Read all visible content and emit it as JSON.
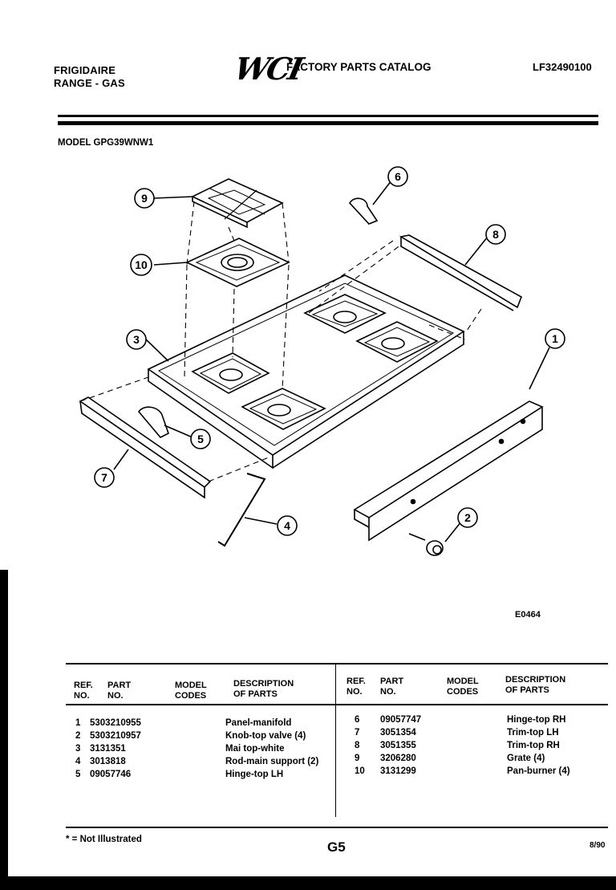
{
  "header": {
    "brand_line1": "FRIGIDAIRE",
    "brand_line2": "RANGE - GAS",
    "logo": "WCI",
    "catalog_title": "FACTORY PARTS CATALOG",
    "catalog_number": "LF32490100"
  },
  "model": "MODEL GPG39WNW1",
  "diagram": {
    "callouts": [
      "1",
      "2",
      "3",
      "4",
      "5",
      "6",
      "7",
      "8",
      "9",
      "10"
    ],
    "drawing_id": "E0464"
  },
  "table": {
    "headers": {
      "ref": [
        "REF.",
        "NO."
      ],
      "part": [
        "PART",
        "NO."
      ],
      "codes": [
        "MODEL",
        "CODES"
      ],
      "desc": [
        "DESCRIPTION",
        "OF PARTS"
      ]
    },
    "left": [
      {
        "ref": "1",
        "part": "5303210955",
        "desc": "Panel-manifold"
      },
      {
        "ref": "2",
        "part": "5303210957",
        "desc": "Knob-top valve (4)"
      },
      {
        "ref": "3",
        "part": "3131351",
        "desc": "Mai top-white"
      },
      {
        "ref": "4",
        "part": "3013818",
        "desc": "Rod-main support (2)"
      },
      {
        "ref": "5",
        "part": "09057746",
        "desc": "Hinge-top LH"
      }
    ],
    "right": [
      {
        "ref": "6",
        "part": "09057747",
        "desc": "Hinge-top RH"
      },
      {
        "ref": "7",
        "part": "3051354",
        "desc": "Trim-top LH"
      },
      {
        "ref": "8",
        "part": "3051355",
        "desc": "Trim-top RH"
      },
      {
        "ref": "9",
        "part": "3206280",
        "desc": "Grate (4)"
      },
      {
        "ref": "10",
        "part": "3131299",
        "desc": "Pan-burner (4)"
      }
    ]
  },
  "footer": {
    "note": "* = Not Illustrated",
    "page": "G5",
    "date": "8/90"
  }
}
